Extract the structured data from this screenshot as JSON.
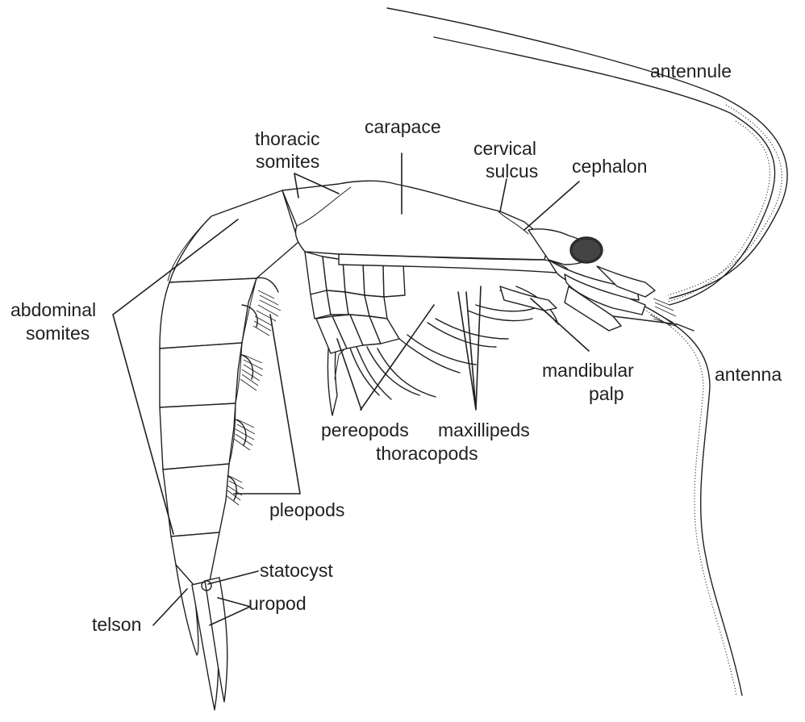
{
  "figure": {
    "labels": {
      "antennule": "antennule",
      "carapace": "carapace",
      "thoracic_1": "thoracic",
      "thoracic_2": "somites",
      "cervical_1": "cervical",
      "cervical_2": "sulcus",
      "cephalon": "cephalon",
      "abdominal_1": "abdominal",
      "abdominal_2": "somites",
      "antenna": "antenna",
      "mandibular_1": "mandibular",
      "mandibular_2": "palp",
      "pereopods": "pereopods",
      "maxillipeds": "maxillipeds",
      "thoracopods": "thoracopods",
      "pleopods": "pleopods",
      "statocyst": "statocyst",
      "uropod": "uropod",
      "telson": "telson"
    },
    "colors": {
      "ink": "#231f20",
      "background": "#ffffff",
      "eye": "#444444"
    }
  }
}
